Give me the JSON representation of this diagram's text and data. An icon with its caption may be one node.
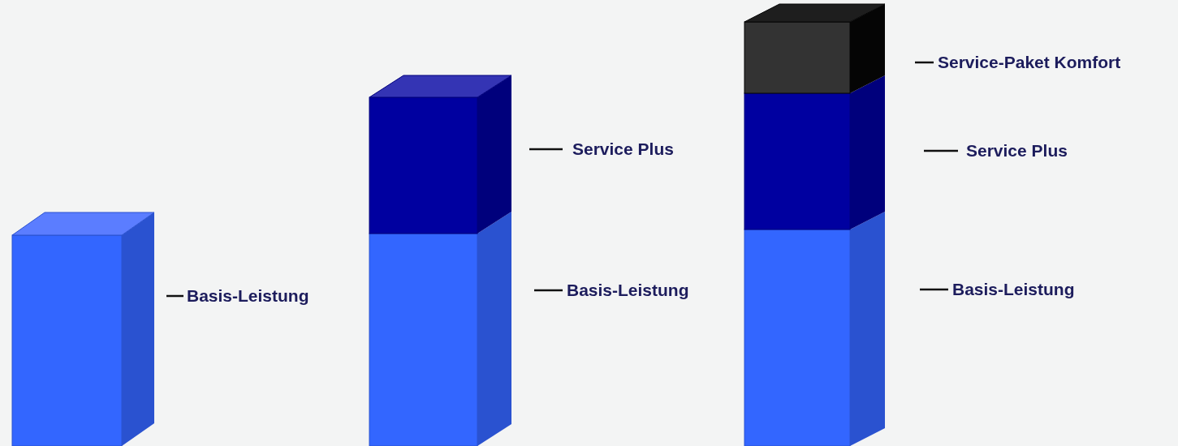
{
  "diagram": {
    "labels": [
      "Basis-Leistung",
      "Service Plus",
      "Basis-Leistung",
      "Service-Paket Komfort",
      "Service Plus",
      "Basis-Leistung"
    ]
  }
}
